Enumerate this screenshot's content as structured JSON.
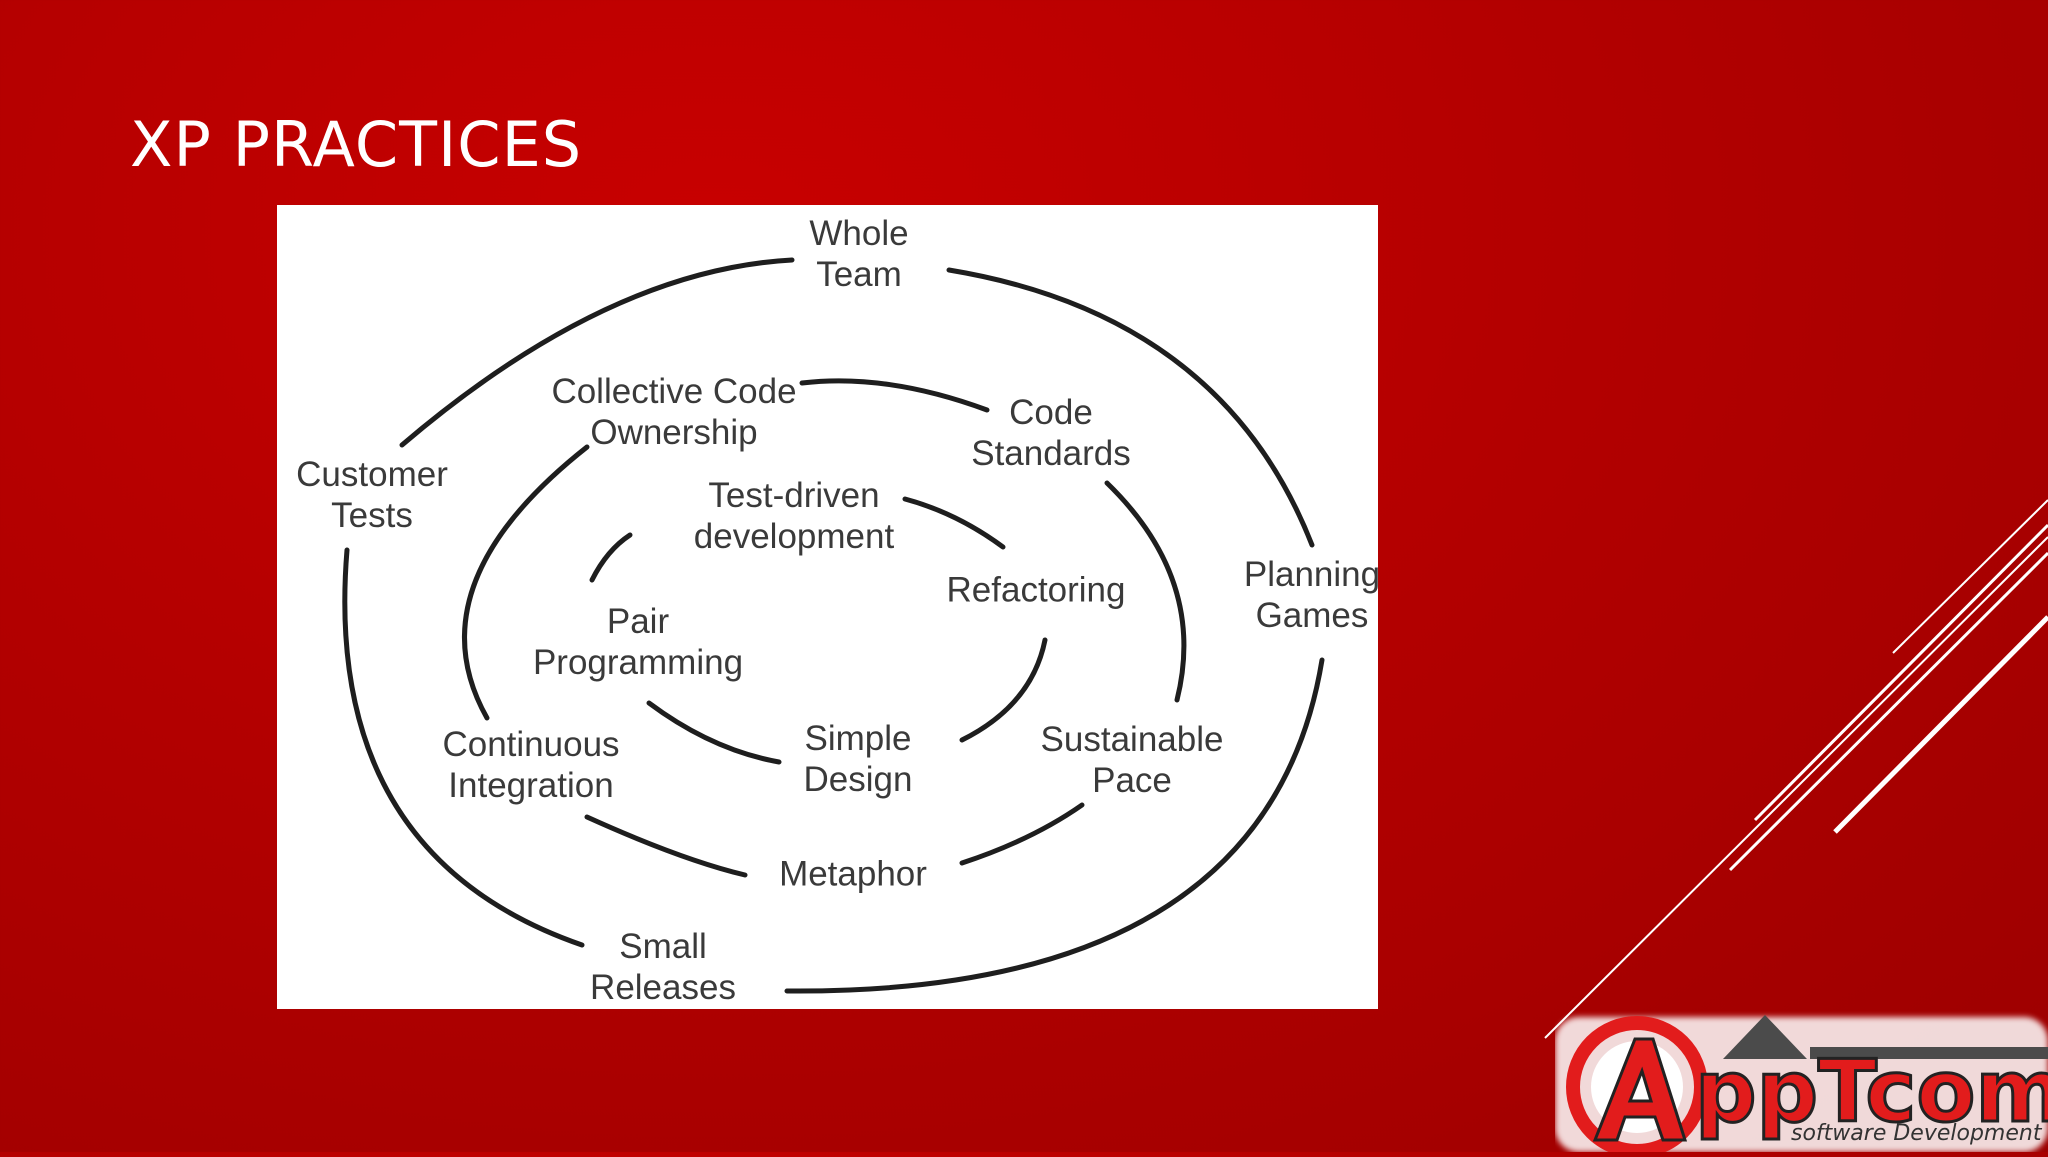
{
  "slide": {
    "title": "XP PRACTICES"
  },
  "diagram": {
    "labels": [
      {
        "key": "whole-team",
        "text": "Whole\nTeam"
      },
      {
        "key": "customer-tests",
        "text": "Customer\nTests"
      },
      {
        "key": "planning-games",
        "text": "Planning\nGames"
      },
      {
        "key": "small-releases",
        "text": "Small\nReleases"
      },
      {
        "key": "collective-code-ownership",
        "text": "Collective Code\nOwnership"
      },
      {
        "key": "code-standards",
        "text": "Code\nStandards"
      },
      {
        "key": "continuous-integration",
        "text": "Continuous\nIntegration"
      },
      {
        "key": "sustainable-pace",
        "text": "Sustainable\nPace"
      },
      {
        "key": "metaphor",
        "text": "Metaphor"
      },
      {
        "key": "test-driven-development",
        "text": "Test-driven\ndevelopment"
      },
      {
        "key": "pair-programming",
        "text": "Pair\nProgramming"
      },
      {
        "key": "refactoring",
        "text": "Refactoring"
      },
      {
        "key": "simple-design",
        "text": "Simple\nDesign"
      }
    ]
  },
  "logo": {
    "brand": "ppTcom",
    "subtitle": "software Development",
    "mark_letter": "A"
  },
  "colors": {
    "background": "#b30000",
    "panel": "#ffffff",
    "ink": "#3a3a3a",
    "accent": "#e21c1c"
  }
}
